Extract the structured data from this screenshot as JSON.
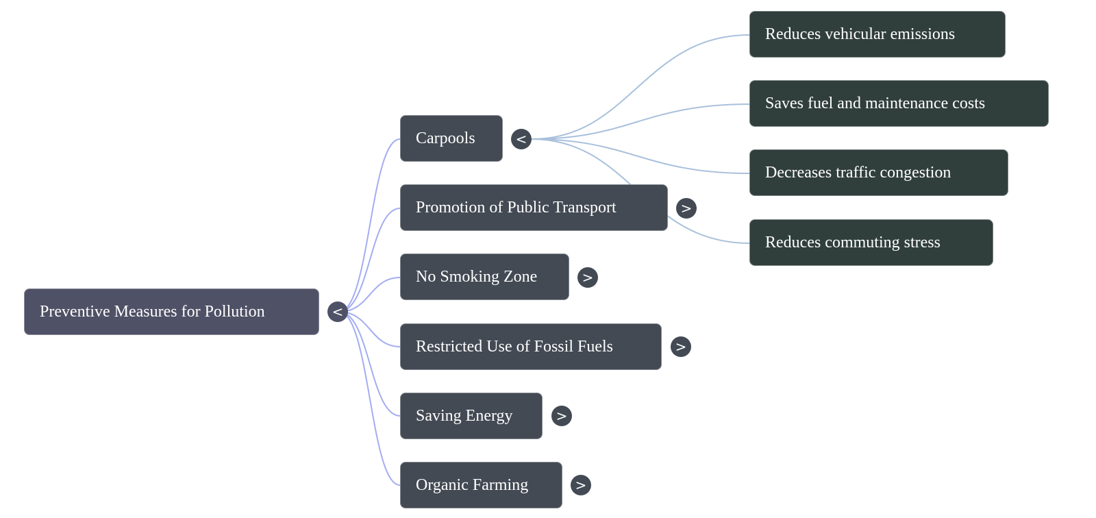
{
  "diagram": {
    "type": "mindmap",
    "colors": {
      "root_fill": "#4f5166",
      "level1_fill": "#434a54",
      "level2_fill": "#313f3c",
      "root_edge": "#a3adf0",
      "level1_edge": "#a9c0dc",
      "text": "#ffffff"
    },
    "root": {
      "label": "Preventive Measures for Pollution",
      "toggle": "<",
      "expanded": true
    },
    "children": [
      {
        "label": "Carpools",
        "toggle": "<",
        "expanded": true,
        "children": [
          {
            "label": "Reduces vehicular emissions"
          },
          {
            "label": "Saves fuel and maintenance costs"
          },
          {
            "label": "Decreases traffic congestion"
          },
          {
            "label": "Reduces commuting stress"
          }
        ]
      },
      {
        "label": "Promotion of Public Transport",
        "toggle": ">",
        "expanded": false
      },
      {
        "label": "No Smoking Zone",
        "toggle": ">",
        "expanded": false
      },
      {
        "label": "Restricted Use of Fossil Fuels",
        "toggle": ">",
        "expanded": false
      },
      {
        "label": "Saving Energy",
        "toggle": ">",
        "expanded": false
      },
      {
        "label": "Organic Farming",
        "toggle": ">",
        "expanded": false
      }
    ]
  }
}
